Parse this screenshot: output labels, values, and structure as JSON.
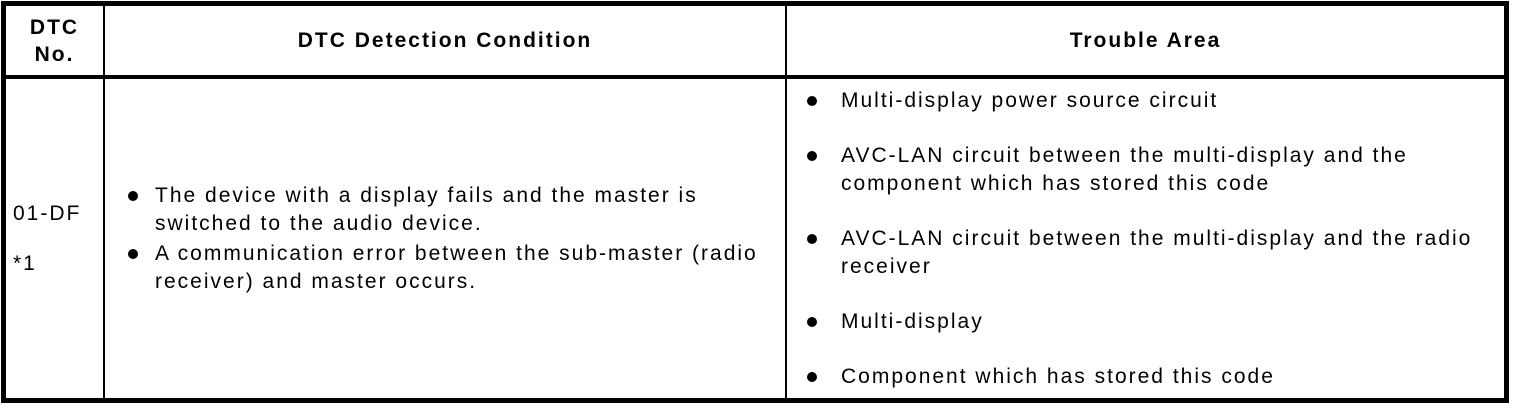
{
  "table": {
    "columns": [
      {
        "label": "DTC\nNo."
      },
      {
        "label": "DTC Detection Condition"
      },
      {
        "label": "Trouble Area"
      }
    ],
    "rows": [
      {
        "dtc_no": "01-DF",
        "dtc_note": "*1",
        "detection_conditions": [
          "The device with a display fails and the master is switched to the audio device.",
          "A communication error between the sub-master (radio receiver) and master occurs."
        ],
        "trouble_areas": [
          "Multi-display power source circuit",
          "AVC-LAN circuit between the multi-display and the component which has stored this code",
          "AVC-LAN circuit between the multi-display and the radio receiver",
          "Multi-display",
          "Component which has stored this code"
        ]
      }
    ]
  },
  "colors": {
    "border": "#000000",
    "text": "#000000",
    "background": "#ffffff"
  }
}
